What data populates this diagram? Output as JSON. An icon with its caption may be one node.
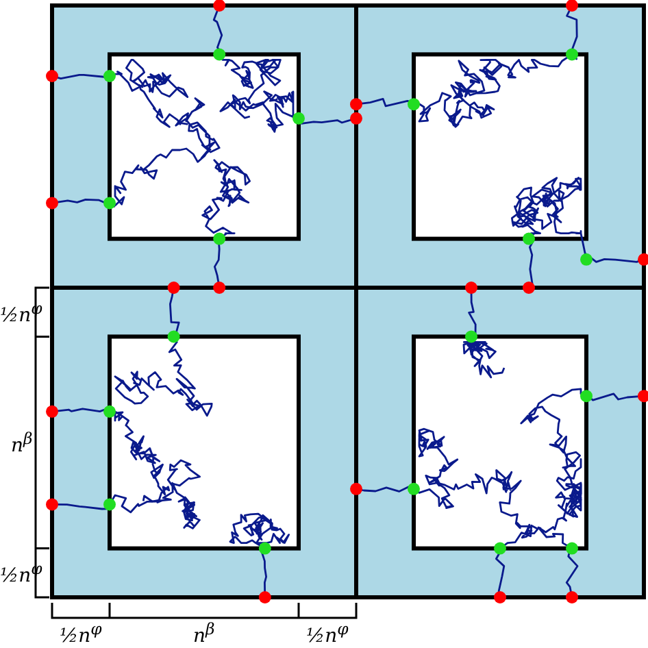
{
  "diagram": {
    "labels": [
      "½n$^{φ}$",
      "n$^{β}$",
      "½n$^{φ}$",
      "½n$^{φ}$",
      "n$^{β}$",
      "½n$^{φ}$"
    ]
  }
}
